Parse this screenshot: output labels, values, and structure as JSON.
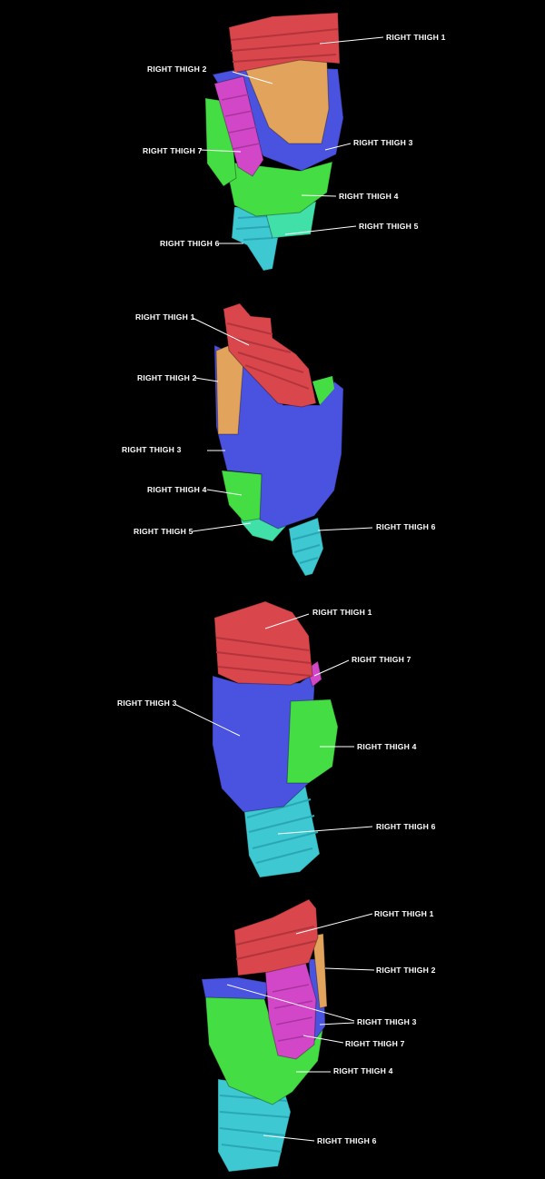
{
  "labels": {
    "thigh1": "RIGHT THIGH 1",
    "thigh2": "RIGHT THIGH 2",
    "thigh3": "RIGHT THIGH 3",
    "thigh4": "RIGHT THIGH 4",
    "thigh5": "RIGHT THIGH 5",
    "thigh6": "RIGHT THIGH 6",
    "thigh7": "RIGHT THIGH 7"
  },
  "colors": {
    "background": "#000000",
    "thigh1": "#d9464c",
    "thigh2": "#e2a35c",
    "thigh3": "#4a52e0",
    "thigh4": "#44dd44",
    "thigh5": "#41e0a8",
    "thigh6": "#3ec8d2",
    "thigh7": "#d247c8"
  }
}
